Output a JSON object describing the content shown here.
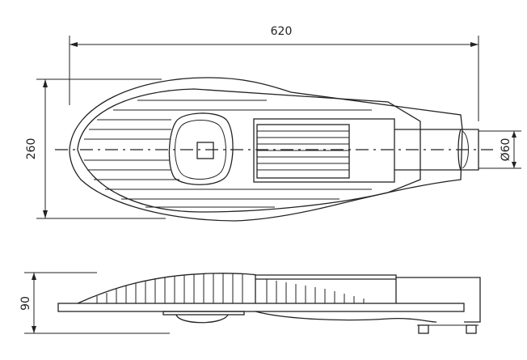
{
  "drawing": {
    "dim_length": "620",
    "dim_width": "260",
    "dim_pipe": "Ø60",
    "dim_height": "90"
  }
}
